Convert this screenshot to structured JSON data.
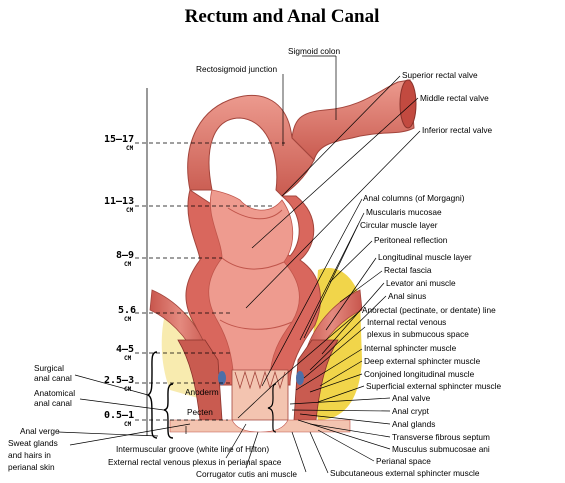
{
  "title": "Rectum and Anal Canal",
  "scale_marks": [
    {
      "value": "15–17",
      "unit": "CM"
    },
    {
      "value": "11–13",
      "unit": "CM"
    },
    {
      "value": "8–9",
      "unit": "CM"
    },
    {
      "value": "5.6",
      "unit": "CM"
    },
    {
      "value": "4–5",
      "unit": "CM"
    },
    {
      "value": "2.5–3",
      "unit": "CM"
    },
    {
      "value": "0.5–1",
      "unit": "CM"
    }
  ],
  "inner_labels": {
    "anoderm": "Anoderm",
    "pecten": "Pecten"
  },
  "labels": {
    "sigmoid_colon": "Sigmoid colon",
    "rectosigmoid_junction": "Rectosigmoid junction",
    "superior_rectal_valve": "Superior rectal valve",
    "middle_rectal_valve": "Middle rectal valve",
    "inferior_rectal_valve": "Inferior rectal valve",
    "anal_columns": "Anal columns (of Morgagni)",
    "muscularis_mucosae": "Muscularis mucosae",
    "circular_muscle_layer": "Circular muscle layer",
    "peritoneal_reflection": "Peritoneal reflection",
    "longitudinal_muscle_layer": "Longitudinal muscle layer",
    "rectal_fascia": "Rectal fascia",
    "levator_ani": "Levator ani muscle",
    "anal_sinus": "Anal sinus",
    "anorectal_line": "Anorectal (pectinate, or dentate) line",
    "internal_rectal_venous_1": "Internal rectal venous",
    "internal_rectal_venous_2": "plexus in submucous space",
    "internal_sphincter": "Internal sphincter muscle",
    "deep_external_sphincter": "Deep external sphincter muscle",
    "conjoined_longitudinal": "Conjoined longitudinal muscle",
    "superficial_external_sphincter": "Superficial external sphincter muscle",
    "anal_valve": "Anal valve",
    "anal_crypt": "Anal crypt",
    "anal_glands": "Anal glands",
    "transverse_fibrous_septum": "Transverse fibrous septum",
    "musculus_submucosae_ani": "Musculus submucosae ani",
    "perianal_space": "Perianal space",
    "subcutaneous_external_sphincter": "Subcutaneous external sphincter muscle",
    "surgical_anal_canal_1": "Surgical",
    "surgical_anal_canal_2": "anal canal",
    "anatomical_anal_canal_1": "Anatomical",
    "anatomical_anal_canal_2": "anal canal",
    "anal_verge": "Anal verge",
    "sweat_glands_1": "Sweat glands",
    "sweat_glands_2": "and hairs in",
    "sweat_glands_3": "perianal skin",
    "intermuscular_groove": "Intermuscular groove (white line of Hilton)",
    "external_rectal_venous": "External rectal venous plexus in perianal space",
    "corrugator_cutis_ani": "Corrugator cutis ani muscle"
  },
  "colors": {
    "mucosa": "#e8837a",
    "muscle": "#d9675d",
    "muscle_dark": "#b8463e",
    "fat": "#f1d54a",
    "skin": "#f3c4b0",
    "vein": "#4d6fa8"
  }
}
